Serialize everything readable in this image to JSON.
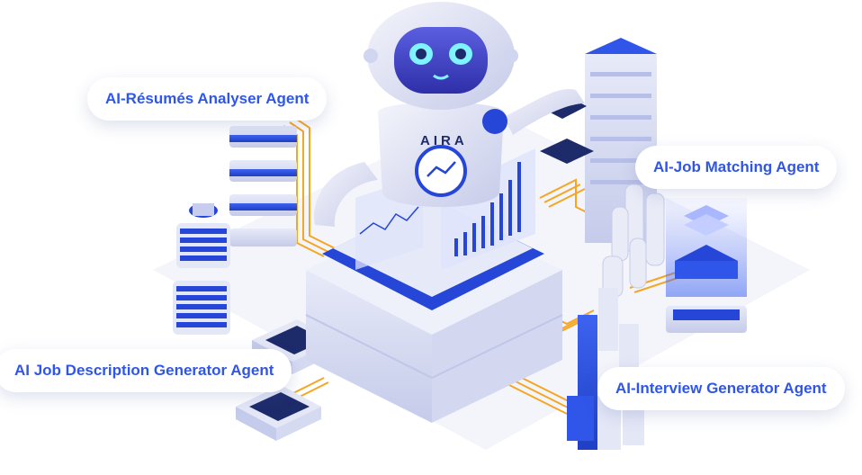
{
  "robot": {
    "name": "AIRA"
  },
  "agents": [
    {
      "label": "AI-Résumés Analyser Agent"
    },
    {
      "label": "AI-Job Matching Agent"
    },
    {
      "label": "AI Job Description Generator Agent"
    },
    {
      "label": "AI-Interview Generator Agent"
    }
  ],
  "colors": {
    "accent": "#2f56e8",
    "primary_blue": "#2546d6",
    "light_lavender": "#dfe3f7",
    "connector_orange": "#f5a623",
    "dark_navy": "#1d2b6b",
    "eye_cyan": "#7ff3ff"
  }
}
